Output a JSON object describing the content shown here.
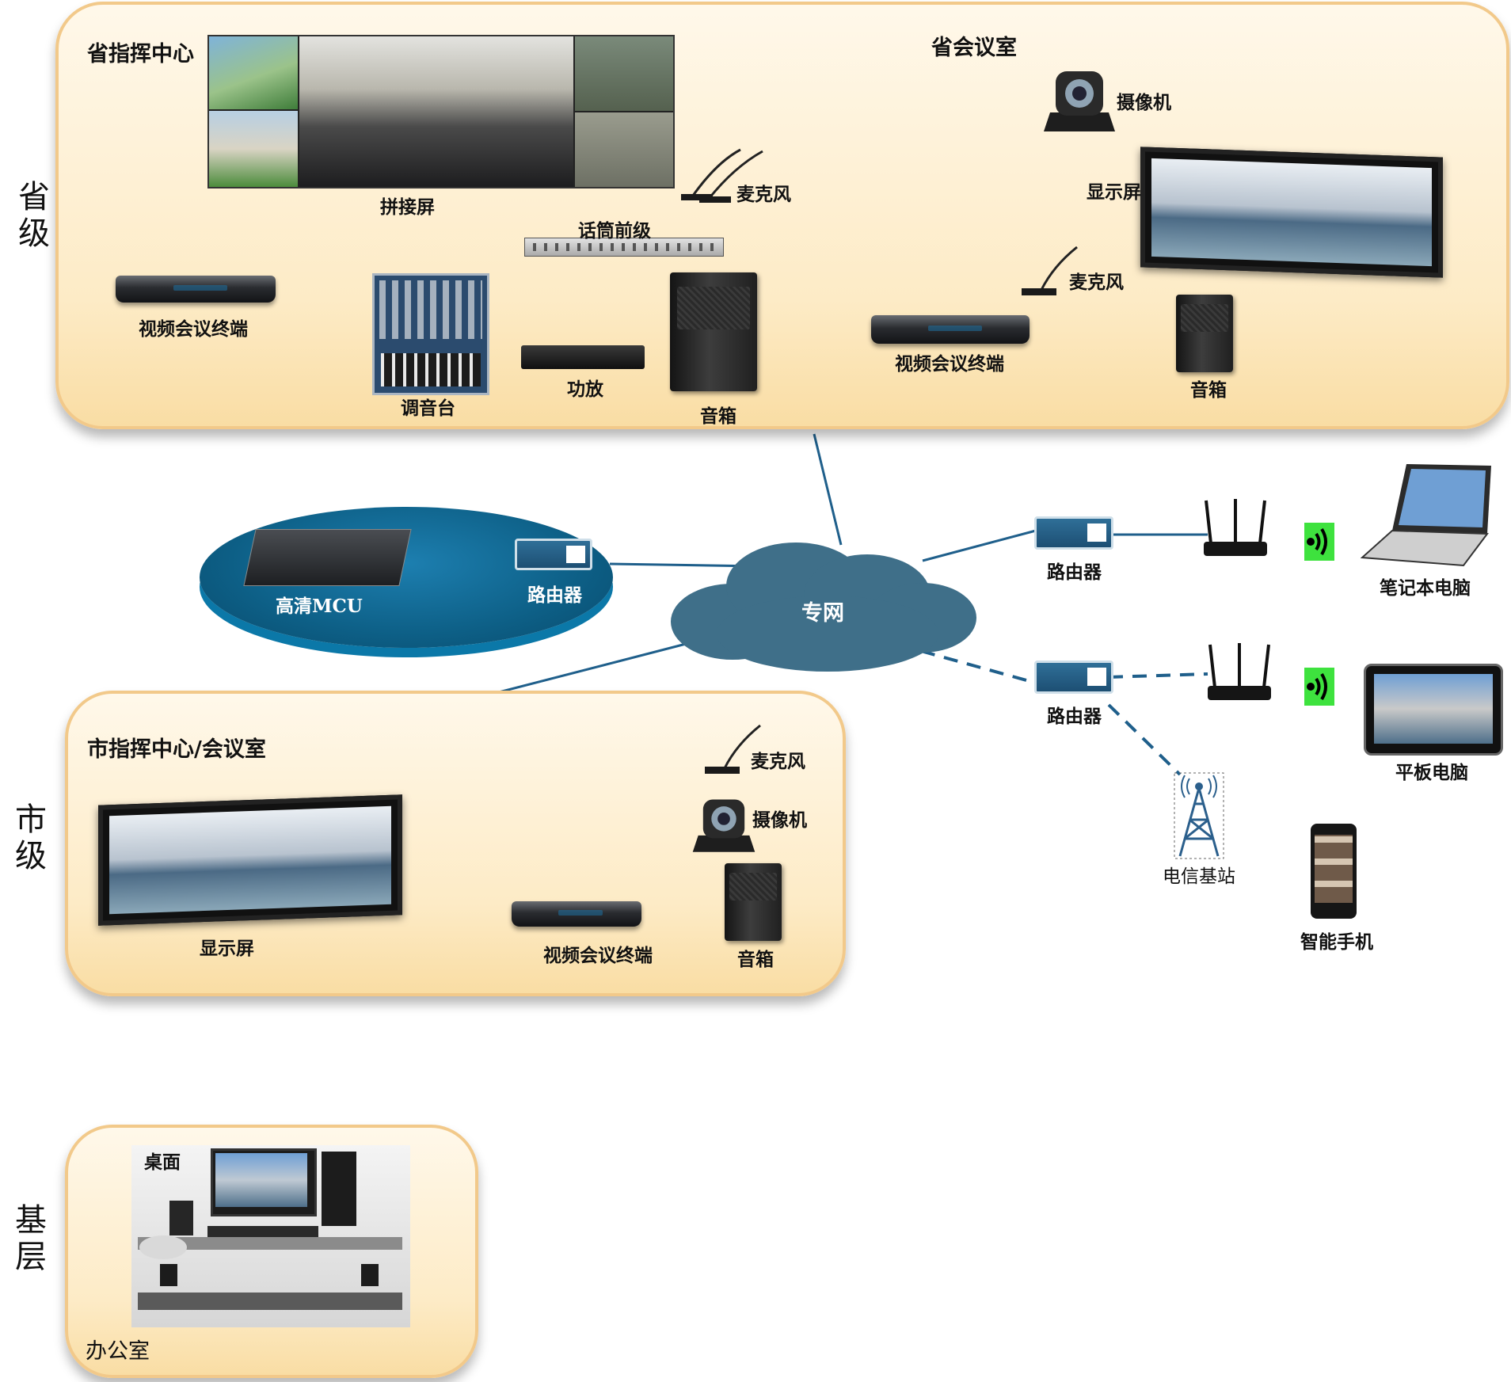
{
  "levels": {
    "province": "省\n级",
    "city": "市\n级",
    "base": "基\n层"
  },
  "province": {
    "command_center_title": "省指挥中心",
    "meeting_room_title": "省会议室",
    "labels": {
      "splice_screen": "拼接屏",
      "microphone": "麦克风",
      "mic_preamp": "话筒前级",
      "terminal": "视频会议终端",
      "mixer": "调音台",
      "amplifier": "功放",
      "speaker": "音箱",
      "camera": "摄像机",
      "display": "显示屏",
      "room_microphone": "麦克风",
      "room_terminal": "视频会议终端",
      "room_speaker": "音箱"
    }
  },
  "network": {
    "private_network": "专网",
    "mcu": "高清MCU",
    "router_mcu": "路由器",
    "router_1": "路由器",
    "router_2": "路由器",
    "base_station": "电信基站"
  },
  "mobile": {
    "laptop": "笔记本电脑",
    "tablet": "平板电脑",
    "phone": "智能手机"
  },
  "city": {
    "title": "市指挥中心/会议室",
    "labels": {
      "microphone": "麦克风",
      "camera": "摄像机",
      "display": "显示屏",
      "terminal": "视频会议终端",
      "speaker": "音箱"
    }
  },
  "base": {
    "desktop": "桌面",
    "office": "办公室"
  },
  "colors": {
    "panel_border": "#f2c98a",
    "panel_fill": "#fdebc6",
    "cloud": "#3f6f89",
    "link": "#1f5f8b",
    "mcu_disc": "#0f6f9a",
    "wifi": "#3ee23e"
  }
}
